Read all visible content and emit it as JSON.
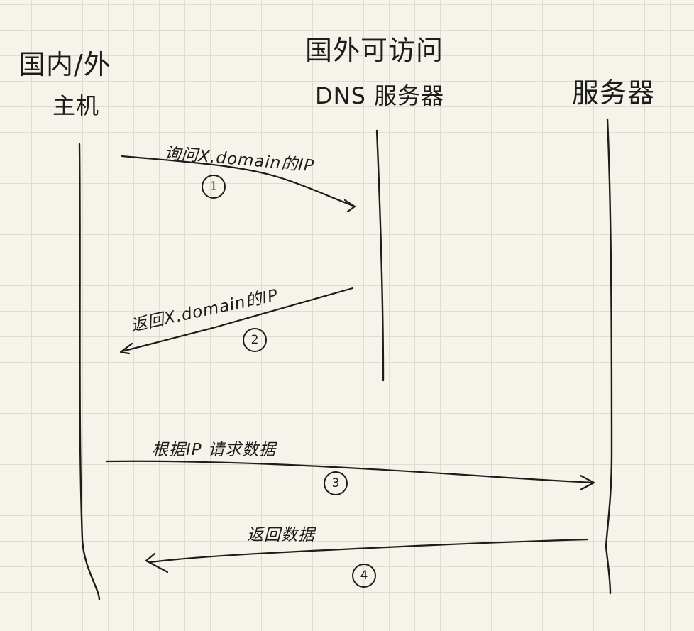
{
  "participants": {
    "host": {
      "line1": "国内/外",
      "line2": "主机"
    },
    "dns": {
      "line1": "国外可访问",
      "line2": "DNS 服务器"
    },
    "server": {
      "line1": "服务器"
    }
  },
  "messages": [
    {
      "label": "询问X.domain的IP",
      "step": "1"
    },
    {
      "label": "返回X.domain的IP",
      "step": "2"
    },
    {
      "label": "根据IP 请求数据",
      "step": "3"
    },
    {
      "label": "返回数据",
      "step": "4"
    }
  ]
}
